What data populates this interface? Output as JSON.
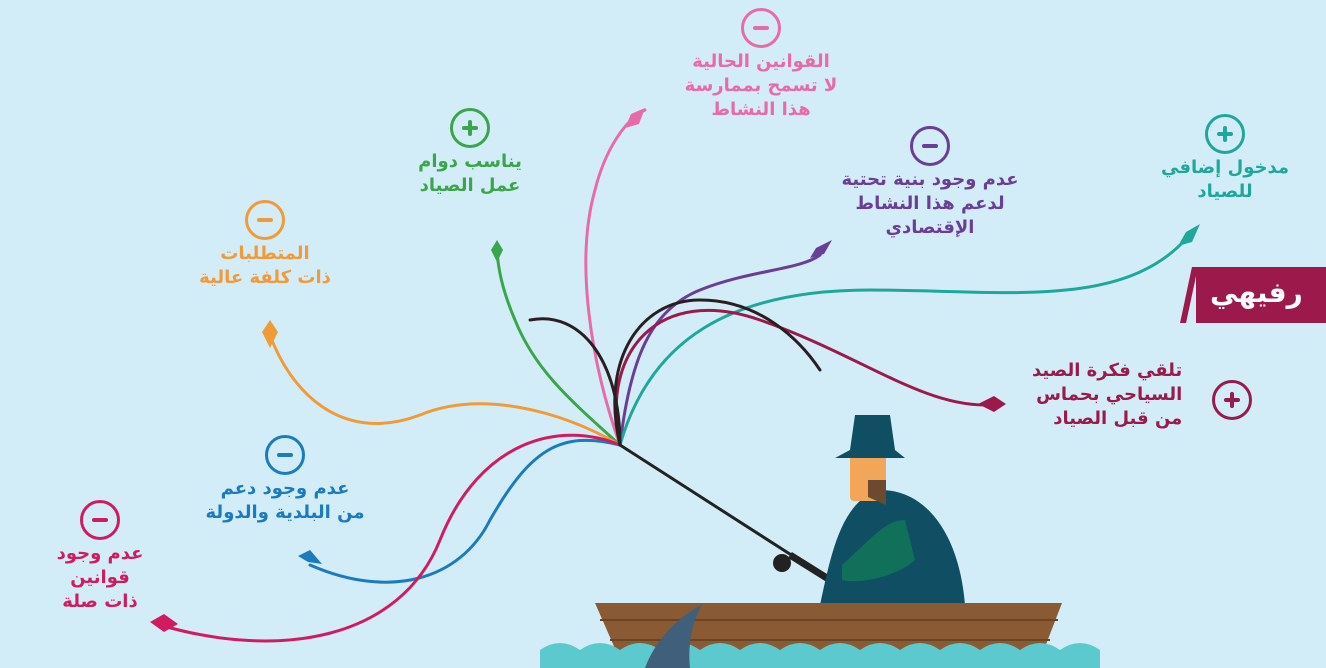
{
  "colors": {
    "background": "#d3edf8",
    "pink": "#e86aa6",
    "green": "#3aa64a",
    "orange": "#f19a38",
    "purple": "#6a3d97",
    "teal": "#1fa79a",
    "crimson": "#9b1a4b",
    "blue": "#1a7bbf",
    "magenta": "#d11b60",
    "boat": "#8a5a34",
    "water": "#5cc9cf",
    "hat": "#0f4e63",
    "shirt": "#0f4e63"
  },
  "notes": [
    {
      "id": "pink",
      "sign": "−",
      "lines": [
        "القوانين الحالية",
        "لا تسمح بممارسة",
        "هذا النشاط"
      ]
    },
    {
      "id": "green",
      "sign": "+",
      "lines": [
        "يناسب دوام",
        "عمل الصياد"
      ]
    },
    {
      "id": "orange",
      "sign": "−",
      "lines": [
        "المتطلبات",
        "ذات كلفة عالية"
      ]
    },
    {
      "id": "purple",
      "sign": "−",
      "lines": [
        "عدم وجود بنية تحتية",
        "لدعم هذا النشاط",
        "الإقتصادي"
      ]
    },
    {
      "id": "teal",
      "sign": "+",
      "lines": [
        "مدخول إضافي",
        "للصياد"
      ]
    },
    {
      "id": "blue",
      "sign": "−",
      "lines": [
        "عدم وجود  دعم",
        "من البلدية والدولة"
      ]
    },
    {
      "id": "magenta",
      "sign": "−",
      "lines": [
        "عدم وجود",
        "قوانين",
        "ذات صلة"
      ]
    },
    {
      "id": "crimson",
      "sign": "+",
      "lines": [
        "تلقي فكرة الصيد",
        "السياحي بحماس",
        "من قبل الصياد"
      ]
    }
  ],
  "banner": {
    "text": "رفيهي"
  }
}
